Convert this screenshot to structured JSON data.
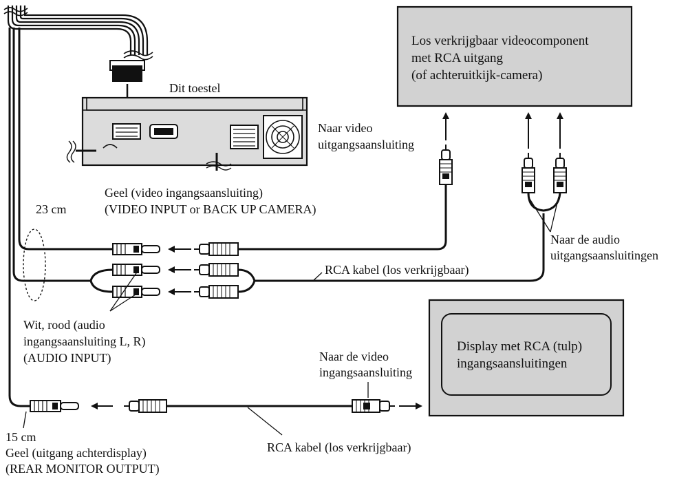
{
  "unit_label": "Dit toestel",
  "video_source_box": {
    "line1": "Los verkrijgbaar videocomponent",
    "line2": "met RCA uitgang",
    "line3": "(of achteruitkijk-camera)"
  },
  "display_box": {
    "line1": "Display met RCA (tulp)",
    "line2": "ingangsaansluitingen"
  },
  "labels": {
    "to_video_out_1": "Naar video",
    "to_video_out_2": "uitgangsaansluiting",
    "yellow_video_in_1": "Geel (video ingangsaansluiting)",
    "yellow_video_in_2": "(VIDEO INPUT or BACK UP CAMERA)",
    "length_23": "23 cm",
    "to_audio_out_1": "Naar de audio",
    "to_audio_out_2": "uitgangsaansluitingen",
    "rca_cable_top": "RCA kabel (los verkrijgbaar)",
    "white_red_1": "Wit, rood (audio",
    "white_red_2": "ingangsaansluiting L, R)",
    "white_red_3": "(AUDIO INPUT)",
    "to_video_in_1": "Naar de video",
    "to_video_in_2": "ingangsaansluiting",
    "length_15": "15 cm",
    "yellow_rear_1": "Geel (uitgang achterdisplay)",
    "yellow_rear_2": "(REAR MONITOR OUTPUT)",
    "rca_cable_bottom": "RCA kabel (los verkrijgbaar)"
  },
  "colors": {
    "box_fill": "#d2d2d2",
    "unit_fill": "#dcdcdc",
    "line": "#111111"
  }
}
